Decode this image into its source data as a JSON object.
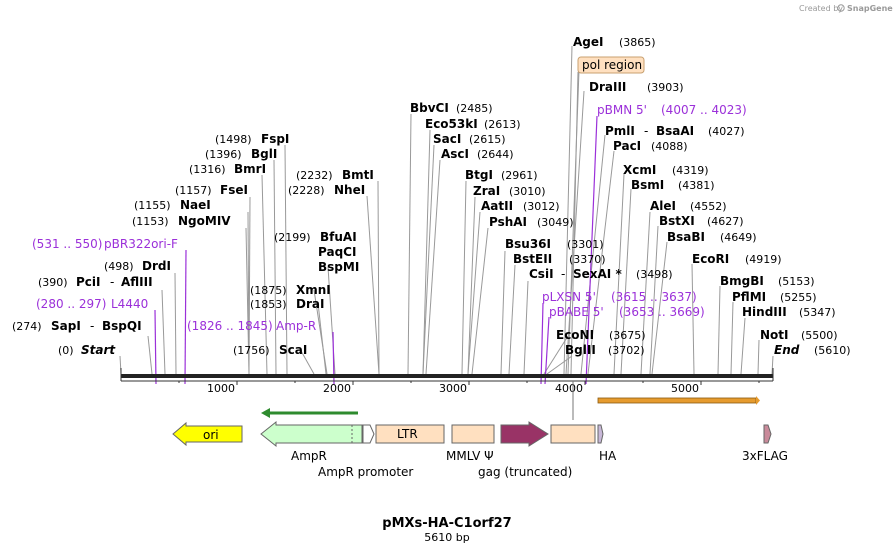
{
  "credit": {
    "prefix": "Created by",
    "brand": "SnapGene"
  },
  "construct": {
    "name": "pMXs-HA-C1orf27",
    "length_label": "5610 bp",
    "length": 5610
  },
  "axis": {
    "ticks": [
      "1000",
      "2000",
      "3000",
      "4000",
      "5000"
    ]
  },
  "sites": [
    {
      "pos": "(0)",
      "name": "Start",
      "italic": true
    },
    {
      "pos": "(274)",
      "name": "SapI",
      "sep": "-",
      "name2": "BspQI"
    },
    {
      "pos": "(390)",
      "name": "PciI",
      "sep": "-",
      "name2": "AflIII"
    },
    {
      "pos": "(498)",
      "name": "DrdI"
    },
    {
      "pos": "(1153)",
      "name": "NgoMIV"
    },
    {
      "pos": "(1155)",
      "name": "NaeI"
    },
    {
      "pos": "(1157)",
      "name": "FseI"
    },
    {
      "pos": "(1316)",
      "name": "BmrI"
    },
    {
      "pos": "(1396)",
      "name": "BglI"
    },
    {
      "pos": "(1498)",
      "name": "FspI"
    },
    {
      "pos": "(1756)",
      "name": "ScaI"
    },
    {
      "pos": "(1853)",
      "name": "DraI"
    },
    {
      "pos": "(1875)",
      "name": "XmnI"
    },
    {
      "pos": "(2199)",
      "name": "BfuAI"
    },
    {
      "name": "PaqCI"
    },
    {
      "name": "BspMI"
    },
    {
      "pos": "(2228)",
      "name": "NheI"
    },
    {
      "pos": "(2232)",
      "name": "BmtI"
    },
    {
      "pos": "(2485)",
      "name": "BbvCI"
    },
    {
      "pos": "(2613)",
      "name": "Eco53kI"
    },
    {
      "pos": "(2615)",
      "name": "SacI"
    },
    {
      "pos": "(2644)",
      "name": "AscI"
    },
    {
      "pos": "(2961)",
      "name": "BtgI"
    },
    {
      "pos": "(3010)",
      "name": "ZraI"
    },
    {
      "pos": "(3012)",
      "name": "AatII"
    },
    {
      "pos": "(3049)",
      "name": "PshAI"
    },
    {
      "pos": "(3301)",
      "name": "Bsu36I"
    },
    {
      "pos": "(3370)",
      "name": "BstEII"
    },
    {
      "pos": "(3498)",
      "name": "CsiI",
      "sep": "-",
      "name2": "SexAI *"
    },
    {
      "pos": "(3675)",
      "name": "EcoNI"
    },
    {
      "pos": "(3702)",
      "name": "BglII"
    },
    {
      "pos": "(3865)",
      "name": "AgeI"
    },
    {
      "pos": "(3903)",
      "name": "DraIII"
    },
    {
      "pos": "(4027)",
      "name": "PmlI",
      "sep": "-",
      "name2": "BsaAI"
    },
    {
      "pos": "(4088)",
      "name": "PacI"
    },
    {
      "pos": "(4319)",
      "name": "XcmI"
    },
    {
      "pos": "(4381)",
      "name": "BsmI"
    },
    {
      "pos": "(4552)",
      "name": "AleI"
    },
    {
      "pos": "(4627)",
      "name": "BstXI"
    },
    {
      "pos": "(4649)",
      "name": "BsaBI"
    },
    {
      "pos": "(4919)",
      "name": "EcoRI"
    },
    {
      "pos": "(5153)",
      "name": "BmgBI"
    },
    {
      "pos": "(5255)",
      "name": "PflMI"
    },
    {
      "pos": "(5347)",
      "name": "HindIII"
    },
    {
      "pos": "(5500)",
      "name": "NotI"
    },
    {
      "pos": "(5610)",
      "name": "End",
      "italic": true
    }
  ],
  "primers": [
    {
      "range": "(531 .. 550)",
      "name": "pBR322ori-F"
    },
    {
      "range": "(280 .. 297)",
      "name": "L4440"
    },
    {
      "range": "(1826 .. 1845)",
      "name": "Amp-R"
    },
    {
      "range": "(4007 .. 4023)",
      "name": "pBMN 5'"
    },
    {
      "range": "(3615 .. 3637)",
      "name": "pLXSN 5'"
    },
    {
      "range": "(3653 .. 3669)",
      "name": "pBABE 5'"
    }
  ],
  "features": {
    "ori": "ori",
    "ampr": "AmpR",
    "ampr_promoter": "AmpR promoter",
    "ltr": "LTR",
    "mmlv": "MMLV Ψ",
    "gag": "gag (truncated)",
    "ha": "HA",
    "flag": "3xFLAG",
    "pol_region": "pol region"
  },
  "colors": {
    "ori": "#ffff00",
    "ampr": "#ccffcc",
    "ltr": "#ffe0c0",
    "gag": "#993366",
    "primer": "#9b30d9",
    "orf_bar": "#e69b2e",
    "orf_green": "#2e8b2e",
    "flag": "#c98a9a"
  }
}
